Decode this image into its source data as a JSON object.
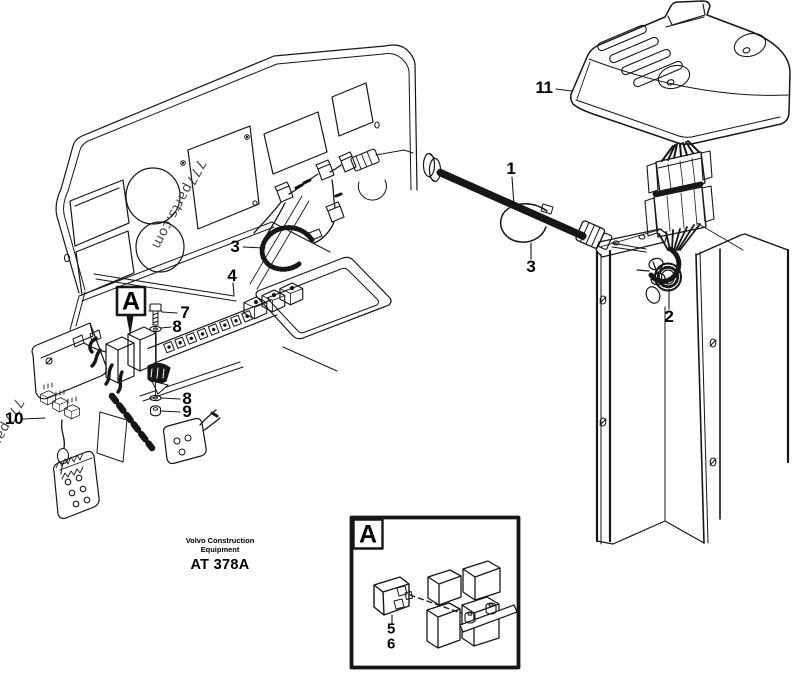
{
  "figure": {
    "watermark": {
      "text": "777parts.com"
    },
    "footer": {
      "brand_line1": "Volvo Construction",
      "brand_line2": "Equipment",
      "code": "AT 378A"
    },
    "detail": {
      "marker": "A",
      "box_label": "A"
    },
    "callouts": {
      "n1": "1",
      "n2": "2",
      "n3_cable": "3",
      "n3_harness": "3",
      "n4": "4",
      "n5": "5",
      "n6": "6",
      "n7": "7",
      "n8_upper": "8",
      "n8_lower": "8",
      "n9": "9",
      "n10": "10",
      "n11": "11"
    }
  }
}
